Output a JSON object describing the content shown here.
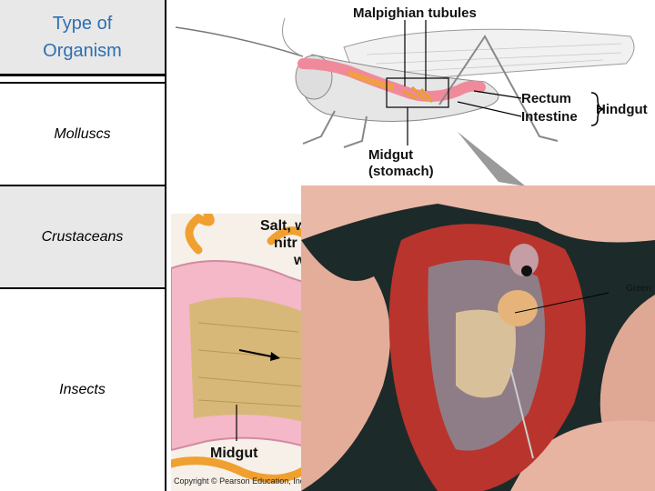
{
  "table": {
    "header": [
      "Type of",
      "Organism"
    ],
    "rows": [
      "Molluscs",
      "Crustaceans",
      "Insects"
    ]
  },
  "grasshopper": {
    "malpighian": "Malpighian tubules",
    "rectum": "Rectum",
    "intestine": "Intestine",
    "hindgut": "Hindgut",
    "midgut": [
      "Midgut",
      "(stomach)"
    ]
  },
  "tubule": {
    "salt": "Salt, w",
    "nitr": "nitr",
    "w": "w",
    "midgut": "Midgut",
    "copyright": "Copyright © Pearson Education, Inc"
  },
  "photo": {
    "green": "Green"
  },
  "colors": {
    "header_text": "#2e6fb0",
    "row_shade": "#e8e8e8"
  }
}
